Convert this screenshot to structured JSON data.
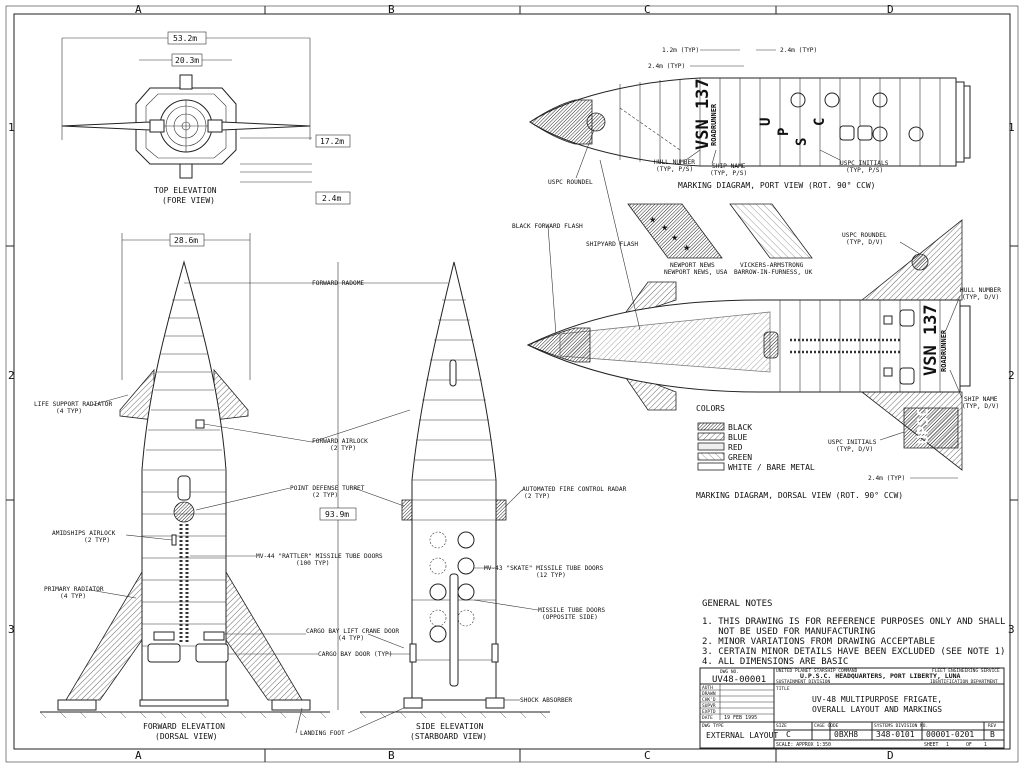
{
  "grid": {
    "cols": [
      "A",
      "B",
      "C",
      "D"
    ],
    "rows": [
      "1",
      "2",
      "3"
    ]
  },
  "views": {
    "top_elevation": "TOP ELEVATION",
    "top_elevation_sub": "(FORE VIEW)",
    "forward_elevation": "FORWARD ELEVATION",
    "forward_elevation_sub": "(DORSAL VIEW)",
    "side_elevation": "SIDE ELEVATION",
    "side_elevation_sub": "(STARBOARD VIEW)",
    "port_diagram": "MARKING DIAGRAM, PORT VIEW (ROT. 90° CCW)",
    "dorsal_diagram": "MARKING DIAGRAM, DORSAL VIEW (ROT. 90° CCW)"
  },
  "dimensions": {
    "d1": "53.2m",
    "d2": "20.3m",
    "d3": "17.2m",
    "d4": "2.4m",
    "d5": "28.6m",
    "d6": "93.9m",
    "p1": "1.2m (TYP)",
    "p2": "2.4m (TYP)",
    "p3": "2.4m (TYP)",
    "p4": "2.4m (TYP)"
  },
  "callouts": {
    "forward_radome": "FORWARD RADOME",
    "life_support": "LIFE SUPPORT RADIATOR",
    "life_support_n": "(4 TYP)",
    "forward_airlock": "FORWARD AIRLOCK",
    "forward_airlock_n": "(2 TYP)",
    "pd_turret": "POINT DEFENSE TURRET",
    "pd_turret_n": "(2 TYP)",
    "afc_radar": "AUTOMATED FIRE CONTROL RADAR",
    "afc_radar_n": "(2 TYP)",
    "amid_airlock": "AMIDSHIPS AIRLOCK",
    "amid_airlock_n": "(2 TYP)",
    "rattler": "MV-44 \"RATTLER\" MISSILE TUBE DOORS",
    "rattler_n": "(100 TYP)",
    "skate": "MV-43 \"SKATE\" MISSILE TUBE DOORS",
    "skate_n": "(12 TYP)",
    "primary_rad": "PRIMARY RADIATOR",
    "primary_rad_n": "(4 TYP)",
    "tube_doors": "MISSILE TUBE DOORS",
    "tube_doors_n": "(OPPOSITE SIDE)",
    "crane_door": "CARGO BAY LIFT CRANE DOOR",
    "crane_door_n": "(4 TYP)",
    "cargo_door": "CARGO BAY DOOR (TYP)",
    "shock": "SHOCK ABSORBER",
    "landing_foot": "LANDING FOOT",
    "black_flash": "BLACK FORWARD FLASH",
    "shipyard_flash": "SHIPYARD FLASH",
    "uspc_roundel": "USPC ROUNDEL",
    "hull_number": "HULL NUMBER",
    "hull_number_n": "(TYP, P/S)",
    "ship_name": "SHIP NAME",
    "ship_name_n": "(TYP, P/S)",
    "uspc_initials": "USPC INITIALS",
    "uspc_initials_n": "(TYP, P/S)",
    "roundel_dv": "USPC ROUNDEL",
    "roundel_dv_n": "(TYP, D/V)",
    "hull_dv": "HULL NUMBER",
    "hull_dv_n": "(TYP, D/V)",
    "shipname_dv": "SHIP NAME",
    "shipname_dv_n": "(TYP, D/V)",
    "initials_dv": "USPC INITIALS",
    "initials_dv_n": "(TYP, D/V)",
    "newport": "NEWPORT NEWS",
    "newport_n": "NEWPORT NEWS, USA",
    "vickers": "VICKERS-ARMSTRONG",
    "vickers_n": "BARROW-IN-FURNESS, UK"
  },
  "markings": {
    "hull_number": "VSN 137",
    "ship_name": "ROADRUNNER",
    "u": "U",
    "p": "P",
    "s": "S",
    "c": "C",
    "initials": "UPSC"
  },
  "colors": {
    "title": "COLORS",
    "items": [
      "BLACK",
      "BLUE",
      "RED",
      "GREEN",
      "WHITE / BARE METAL"
    ]
  },
  "notes": {
    "title": "GENERAL NOTES",
    "items": [
      "1. THIS DRAWING IS FOR REFERENCE PURPOSES ONLY AND SHALL",
      "   NOT BE USED FOR MANUFACTURING",
      "2. MINOR VARIATIONS FROM DRAWING ACCEPTABLE",
      "3. CERTAIN MINOR DETAILS HAVE BEEN EXCLUDED (SEE NOTE 1)",
      "4. ALL DIMENSIONS ARE BASIC"
    ]
  },
  "title_block": {
    "dwg_no_label": "DWG NO.",
    "dwg_no": "UV48-00001",
    "org_line1": "UNITED PLANET STARSHIP COMMAND",
    "org_line1b": "FLEET ENGINEERING SERVICE",
    "hq": "U.P.S.C. HEADQUARTERS, PORT LIBERTY, LUNA",
    "org_line2": "SUSTAINMENT DIVISION",
    "org_line2b": "IDENTIFICATION DEPARTMENT",
    "auth": "AUTH",
    "drawn": "DRAWN",
    "chkd": "CHK'D",
    "supvr": "SUPVR",
    "exptd": "EXPTD",
    "date_label": "DATE",
    "date": "19 FEB 1995",
    "title_label": "TITLE",
    "title1": "UV-48 MULTIPURPOSE FRIGATE,",
    "title2": "OVERALL LAYOUT AND MARKINGS",
    "dwg_type_label": "DWG TYPE",
    "dwg_type": "EXTERNAL LAYOUT",
    "size_label": "SIZE",
    "size": "C",
    "cage_label": "CAGE CODE",
    "cage": "0BXH8",
    "sysdiv_label": "SYSTEMS DIVISION NO.",
    "sysdiv": "348-0101",
    "docno": "00001-0201",
    "rev_label": "REV",
    "rev": "B",
    "scale": "SCALE: APPROX 1:350",
    "sheet": "SHEET",
    "sheet_no": "1",
    "of": "OF",
    "of_no": "1"
  }
}
